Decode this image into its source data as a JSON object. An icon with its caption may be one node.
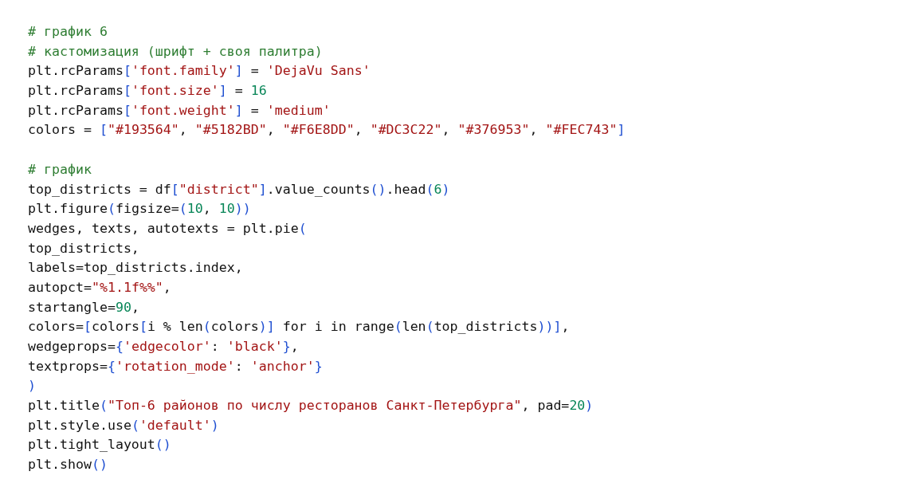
{
  "diagram": {
    "labels": [
      "# график 6",
      "# кастомизация (шрифт + своя палитра)",
      "plt.rcParams['font.family'] = 'DejaVu Sans'",
      "plt.rcParams['font.size'] = 16",
      "plt.rcParams['font.weight'] = 'medium'",
      "colors = [\"#193564\", \"#5182BD\", \"#F6E8DD\", \"#DC3C22\", \"#376953\", \"#FEC743\"]",
      "# график",
      "top_districts = df[\"district\"].value_counts().head(6)",
      "plt.figure(figsize=(10, 10))",
      "wedges, texts, autotexts = plt.pie(",
      "top_districts,",
      "labels=top_districts.index,",
      "autopct=\"%1.1f%%\",",
      "startangle=90,",
      "colors=[colors[i % len(colors)] for i in range(len(top_districts))],",
      "wedgeprops={'edgecolor': 'black'},",
      "textprops={'rotation_mode': 'anchor'}",
      ")",
      "plt.title(\"Топ-6 районов по числу ресторанов Санкт-Петербурга\", pad=20)",
      "plt.style.use('default')",
      "plt.tight_layout()",
      "plt.show()"
    ]
  }
}
